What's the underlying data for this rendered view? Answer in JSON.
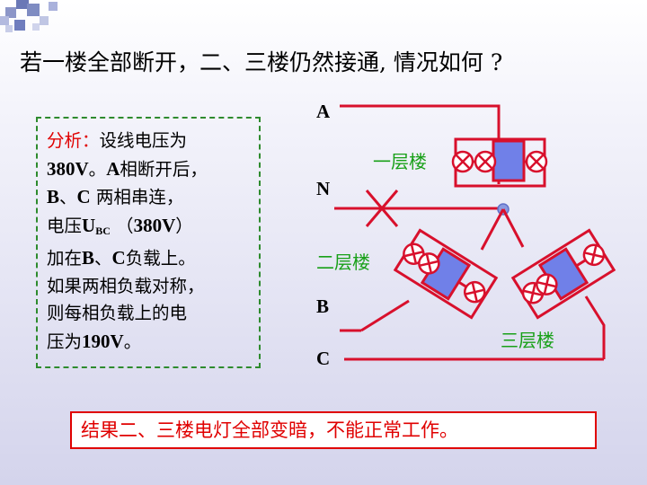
{
  "question": "若一楼全部断开，二、三楼仍然接通, 情况如何 ?",
  "analysis": {
    "prefix": "分析：",
    "l1": "设线电压为",
    "l2a": "380V",
    "l2b": "。",
    "l2c": "A",
    "l2d": "相断开后，",
    "l3a": "B",
    "l3b": "、",
    "l3c": "C",
    "l3d": " 两相串连，",
    "l4a": "电压",
    "l4b": "U",
    "l4sub": "BC",
    "l4c": " （",
    "l4d": "380V",
    "l4e": "）",
    "l5a": "加在",
    "l5b": "B",
    "l5c": "、",
    "l5d": "C",
    "l5e": "负载上。",
    "l6": "如果两相负载对称，",
    "l7": "则每相负载上的电",
    "l8a": "压为",
    "l8b": "190V",
    "l8c": "。"
  },
  "circuit": {
    "line_A": "A",
    "line_N": "N",
    "line_B": "B",
    "line_C": "C",
    "floor1": "一层楼",
    "floor2": "二层楼",
    "floor3": "三层楼"
  },
  "result": "结果二、三楼电灯全部变暗，不能正常工作。",
  "colors": {
    "wire": "#d8102c",
    "load_fill": "#7080e8",
    "green_text": "#18a018",
    "red_text": "#e00000",
    "dash_border": "#2e8b2e"
  }
}
